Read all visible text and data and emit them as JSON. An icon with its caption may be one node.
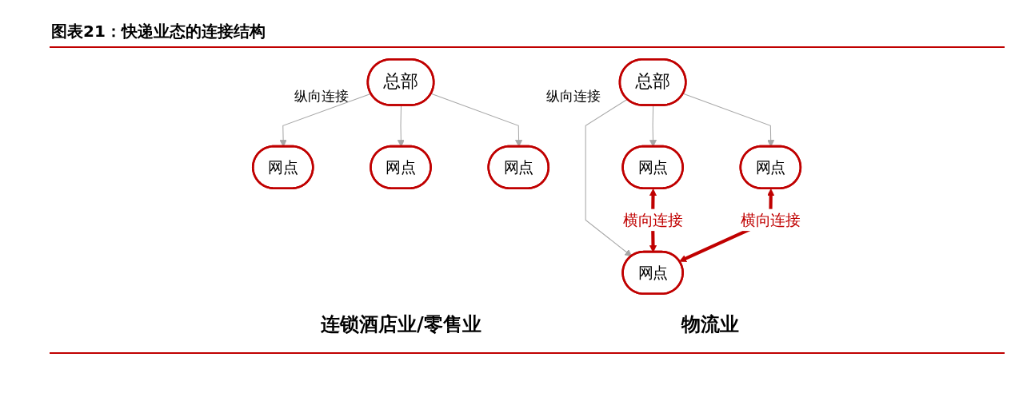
{
  "diagram": {
    "title": "图表21：快递业态的连接结构",
    "nodes": [
      {
        "text": [
          "总部"
        ]
      },
      {
        "text": [
          "网点"
        ]
      },
      {
        "text": [
          "网点"
        ]
      },
      {
        "text": [
          "网点"
        ]
      },
      {
        "text": [
          "总部"
        ]
      },
      {
        "text": [
          "网点"
        ]
      },
      {
        "text": [
          "网点"
        ]
      },
      {
        "text": [
          "网点"
        ]
      }
    ],
    "edges": [
      {
        "from": 0,
        "to": 1,
        "arrow": "to"
      },
      {
        "from": 0,
        "to": 2,
        "arrow": "to"
      },
      {
        "from": 0,
        "to": 3,
        "arrow": "to"
      },
      {
        "from": 4,
        "to": 5,
        "arrow": "to"
      },
      {
        "from": 4,
        "to": 6,
        "arrow": "to"
      },
      {
        "from": 4,
        "to": 7,
        "arrow": "to"
      },
      {
        "from": 5,
        "to": 6,
        "arrow": "both",
        "label": "横向连接",
        "style": "thick",
        "color": "#c00000"
      },
      {
        "from": 7,
        "to": 6,
        "arrow": "both",
        "label": "横向连接",
        "style": "thick",
        "color": "#c00000"
      }
    ],
    "labels": [
      "纵向连接",
      "纵向连接",
      "连锁酒店业/零售业",
      "物流业"
    ]
  }
}
